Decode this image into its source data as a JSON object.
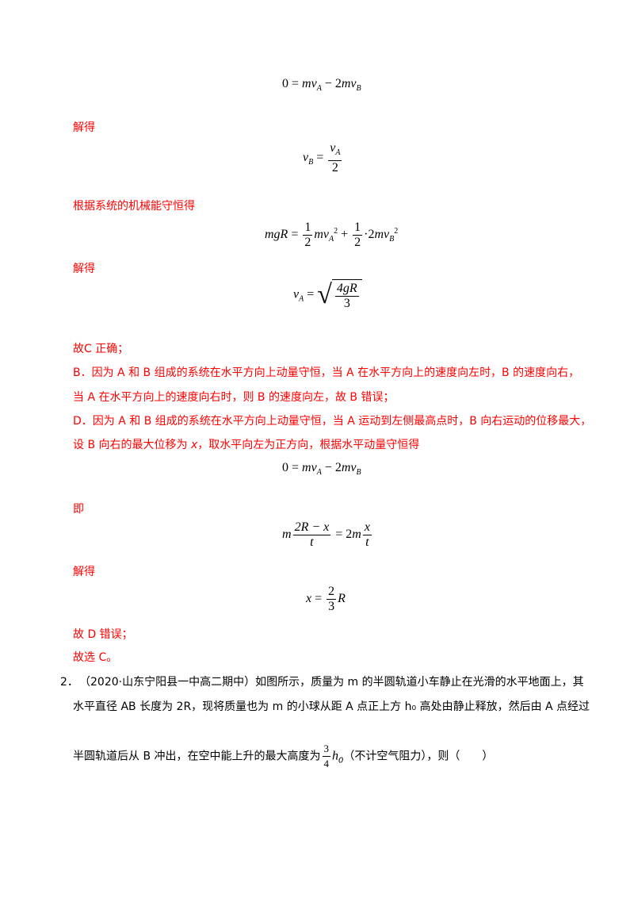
{
  "text": {
    "jiede1": "解得",
    "genju": "根据系统的机械能守恒得",
    "jiede2": "解得",
    "gu_c": "故C 正确；",
    "b_line1": "B．因为 A 和 B 组成的系统在水平方向上动量守恒，当 A 在水平方向上的速度向左时，B 的速度向右，",
    "b_line2": "当 A 在水平方向上的速度向右时，则 B 的速度向左，故 B 错误；",
    "d_line1": "D．因为 A 和 B 组成的系统在水平方向上动量守恒，当 A 运动到左侧最高点时，B 向右运动的位移最大，",
    "d_line2_a": "设 B 向右的最大位移为 ",
    "d_line2_x": "x",
    "d_line2_b": "，取水平向左为正方向，根据水平动量守恒得",
    "ji": "即",
    "jiede3": "解得",
    "gu_d": "故 D 错误；",
    "guxuan": "故选 C。",
    "q2_num": "2．",
    "q2_line1": "（2020·山东宁阳县一中高二期中）如图所示，质量为 m 的半圆轨道小车静止在光滑的水平地面上，其",
    "q2_line2": "水平直径 AB 长度为 2R，现将质量也为 m 的小球从距 A 点正上方 h₀ 高处由静止释放，然后由 A 点经过",
    "q2_line3_a": "半圆轨道后从 B 冲出，在空中能上升的最大高度为",
    "q2_line3_b": "（不计空气阻力），则（　　）"
  },
  "equations": {
    "momentum_lhs": "0 = ",
    "momentum_t1": "mv",
    "momentum_s1": "A",
    "momentum_mid": " − 2",
    "momentum_t2": "mv",
    "momentum_s2": "B",
    "vb_lhs": "v",
    "vb_sub": "B",
    "vb_eq": " = ",
    "vb_num": "v",
    "vb_num_sub": "A",
    "vb_den": "2",
    "energy_lhs": "mgR",
    "energy_eq": " = ",
    "energy_f1_num": "1",
    "energy_f1_den": "2",
    "energy_t1": "mv",
    "energy_s1": "A",
    "energy_sq1": "2",
    "energy_plus": " + ",
    "energy_f2_num": "1",
    "energy_f2_den": "2",
    "energy_dot": "·2",
    "energy_t2": "mv",
    "energy_s2": "B",
    "energy_sq2": "2",
    "va_lhs": "v",
    "va_sub": "A",
    "va_eq": " = ",
    "va_num": "4gR",
    "va_den": "3",
    "disp_m": "m",
    "disp_num": "2R − x",
    "disp_den": "t",
    "disp_eq": " = 2",
    "disp_m2": "m",
    "disp_num2": "x",
    "disp_den2": "t",
    "x_lhs": "x",
    "x_eq": " = ",
    "x_num": "2",
    "x_den": "3",
    "x_R": "R",
    "h_num": "3",
    "h_den": "4",
    "h_var": "h",
    "h_sub": "0"
  }
}
